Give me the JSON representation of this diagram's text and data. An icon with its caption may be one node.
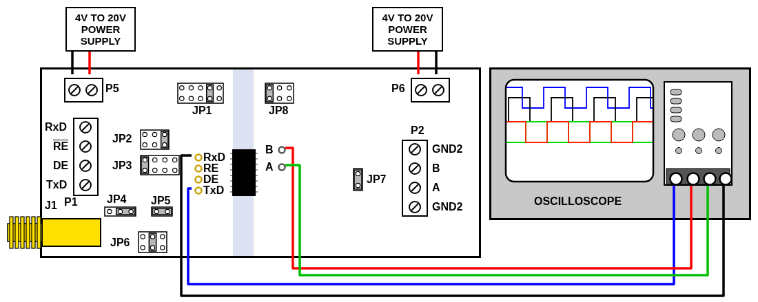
{
  "diagram": {
    "nodes": [
      {
        "text": [
          "4V TO 20V POWER SUPPLY"
        ]
      },
      {
        "text": [
          "4V TO 20V POWER SUPPLY"
        ]
      },
      {
        "text": [],
        "shape": "box"
      },
      {
        "text": [
          "P5"
        ],
        "in": 2
      },
      {
        "text": [
          "JP1"
        ],
        "in": 2
      },
      {
        "text": [
          "JP8"
        ],
        "in": 2
      },
      {
        "text": [
          "P6"
        ],
        "in": 2
      },
      {
        "text": [
          "RxD",
          "RE",
          "DE",
          "TxD",
          "P1"
        ],
        "in": 2
      },
      {
        "text": [
          "JP2"
        ],
        "in": 2
      },
      {
        "text": [
          "JP3"
        ],
        "in": 2
      },
      {
        "text": [
          "RxD"
        ],
        "in": 2
      },
      {
        "text": [
          "RE"
        ],
        "in": 2
      },
      {
        "text": [
          "DE"
        ],
        "in": 2
      },
      {
        "text": [
          "TxD"
        ],
        "in": 2
      },
      {
        "text": [
          "B"
        ],
        "in": 2
      },
      {
        "text": [
          "A"
        ],
        "in": 2
      },
      {
        "text": [
          "P2",
          "GND2",
          "B",
          "A",
          "GND2"
        ],
        "in": 2
      },
      {
        "text": [
          "JP7"
        ],
        "in": 2
      },
      {
        "text": [
          "JP4"
        ],
        "in": 2
      },
      {
        "text": [
          "JP5"
        ],
        "in": 2
      },
      {
        "text": [
          "J1"
        ],
        "in": 2
      },
      {
        "text": [
          "JP6"
        ],
        "in": 2
      },
      {
        "text": [
          "OSCILLOSCOPE"
        ]
      },
      {
        "text": [],
        "shape": "circle",
        "in": 22
      },
      {
        "text": [],
        "shape": "circle",
        "in": 22
      },
      {
        "text": [],
        "shape": "circle",
        "in": 22
      },
      {
        "text": [],
        "shape": "circle",
        "in": 22
      }
    ],
    "edges": [
      {
        "from": 0,
        "to": 3,
        "arrow": "none",
        "color": "#000000"
      },
      {
        "from": 0,
        "to": 3,
        "arrow": "none",
        "color": "#ff0000"
      },
      {
        "from": 1,
        "to": 6,
        "arrow": "none",
        "color": "#ff0000"
      },
      {
        "from": 1,
        "to": 6,
        "arrow": "none",
        "color": "#000000"
      },
      {
        "from": 13,
        "to": 23,
        "arrow": "none",
        "color": "#0000ff"
      },
      {
        "from": 14,
        "to": 24,
        "arrow": "none",
        "color": "#ff0000"
      },
      {
        "from": 15,
        "to": 25,
        "arrow": "none",
        "color": "#00c000"
      },
      {
        "from": 10,
        "to": 26,
        "arrow": "none",
        "color": "#000000"
      }
    ]
  }
}
